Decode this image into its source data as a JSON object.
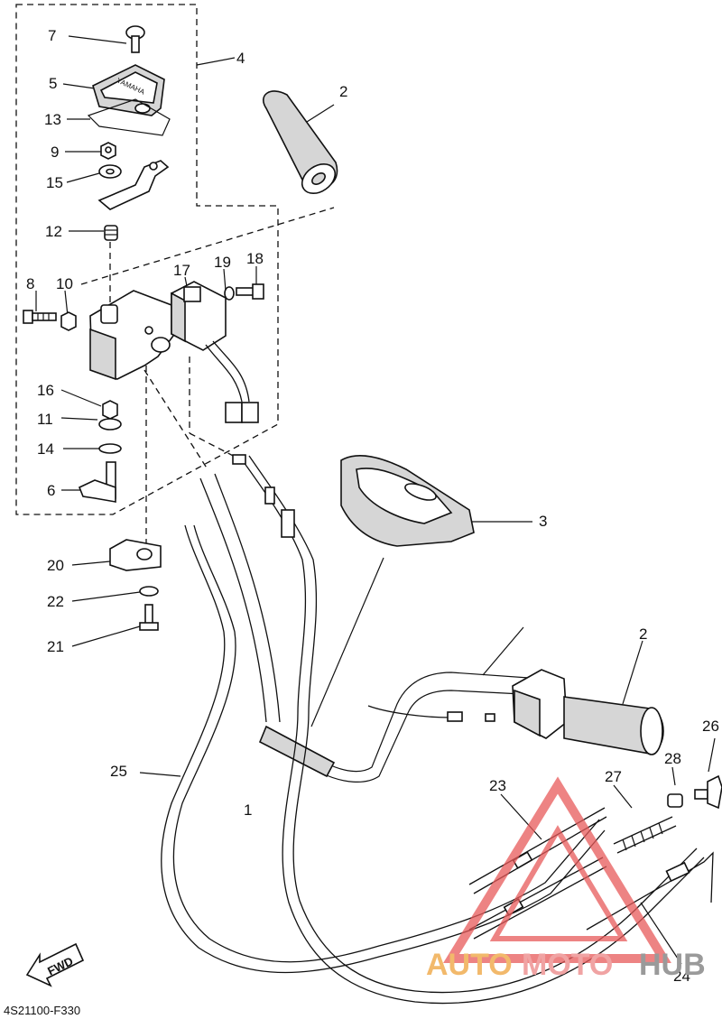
{
  "diagram": {
    "parts": [
      "1",
      "2",
      "2",
      "3",
      "4",
      "5",
      "6",
      "7",
      "8",
      "9",
      "10",
      "11",
      "12",
      "13",
      "14",
      "15",
      "16",
      "17",
      "18",
      "19",
      "20",
      "21",
      "22",
      "23",
      "24",
      "25",
      "26",
      "27",
      "28"
    ],
    "direction_label": "FWD",
    "code": "4S21100-F330",
    "emblem_text": "YAMAHA"
  },
  "watermark": {
    "part1": "AUTO",
    "part2": "MOTO",
    "part3": "HUB",
    "colors": {
      "auto": "#f2b96b",
      "moto": "#f0a3a3",
      "hub": "#9a9a9a",
      "triangle": "#e85a5a"
    }
  }
}
